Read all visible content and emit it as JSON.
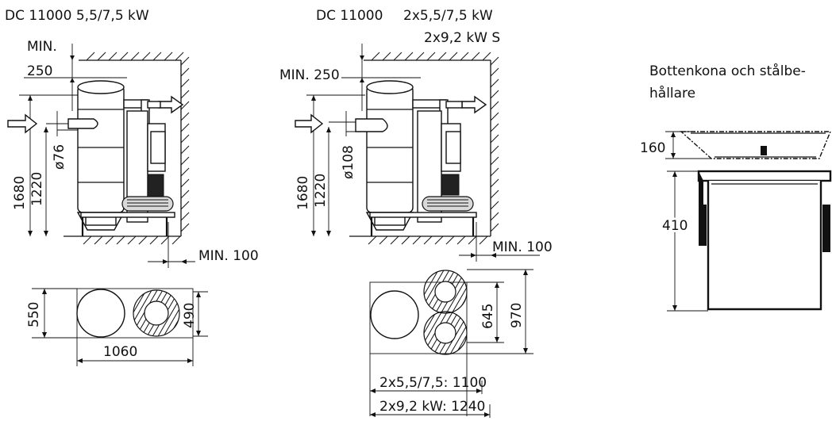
{
  "left_unit": {
    "title": "DC 11000 5,5/7,5 kW",
    "min_top_label_1": "MIN.",
    "min_top_label_2": "250",
    "height_total": "1680",
    "height_inlet": "1220",
    "inlet_diameter": "ø76",
    "min_side_label": "MIN. 100",
    "plan_depth": "550",
    "plan_width": "1060",
    "plan_depth_2": "490"
  },
  "middle_unit": {
    "title": "DC 11000",
    "power_line_1": "2x5,5/7,5 kW",
    "power_line_2": "2x9,2 kW S",
    "min_top_label": "MIN. 250",
    "height_total": "1680",
    "height_inlet": "1220",
    "inlet_diameter": "ø108",
    "min_side_label": "MIN. 100",
    "plan_inner": "645",
    "plan_outer": "970",
    "plan_width_1": "2x5,5/7,5: 1100",
    "plan_width_2": "2x9,2 kW: 1240"
  },
  "right_unit": {
    "caption_line_1": "Bottenkona och stålbe-",
    "caption_line_2": "hållare",
    "cone_height": "160",
    "container_height": "410"
  },
  "icons": [
    "airflow-arrow-icon",
    "vacuum-unit-drawing",
    "pump-ring-plan-icon",
    "cone-drawing",
    "container-drawing"
  ],
  "colors": {
    "line": "#111111",
    "background": "#ffffff"
  }
}
